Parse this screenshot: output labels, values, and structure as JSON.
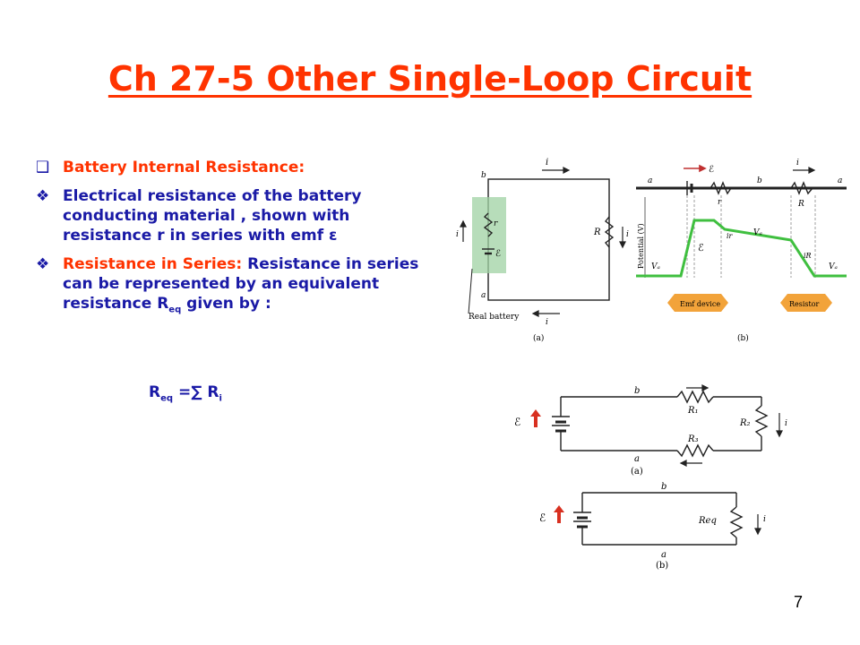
{
  "slide": {
    "title": "Ch 27-5 Other Single-Loop Circuit",
    "page_number": "7",
    "colors": {
      "title": "#ff3300",
      "heading": "#ff3300",
      "body": "#1a1aa6",
      "diagram_green": "#3fbf3f",
      "arrow_orange": "#f2a33a"
    }
  },
  "bullets": [
    {
      "marker": "❑",
      "heading": "Battery Internal Resistance:",
      "text": ""
    },
    {
      "marker": "❖",
      "heading": "",
      "text": "Electrical resistance of the battery conducting material , shown with resistance r in series with emf ε"
    },
    {
      "marker": "❖",
      "heading": "Resistance in Series:",
      "text": " Resistance in series can be represented by an equivalent resistance R"
    }
  ],
  "series_formula": {
    "sub_eq": "eq",
    "tail": " given by :"
  },
  "formula": {
    "lhs": "R",
    "lhs_sub": "eq",
    "op": " =∑ ",
    "rhs": "R",
    "rhs_sub": "i"
  },
  "figure_top": {
    "left_labels": {
      "i_top": "i",
      "b": "b",
      "a": "a",
      "r": "r",
      "emf": "ℰ",
      "R": "R",
      "i_right": "i",
      "i_left": "i",
      "i_bottom": "i",
      "real_battery": "Real battery",
      "caption": "(a)"
    },
    "right_labels": {
      "emf": "ℰ",
      "r": "r",
      "a_left": "a",
      "b": "b",
      "i": "i",
      "R": "R",
      "a_right": "a",
      "axis": "Potential (V)",
      "Va_left": "Vₐ",
      "ir": "ir",
      "Vb": "Vₐ",
      "emf_mid": "ℰ",
      "iR": "iR",
      "Va_right": "Vₐ",
      "emf_device": "Emf device",
      "resistor": "Resistor",
      "caption": "(b)"
    }
  },
  "figure_bottom": {
    "a": {
      "b": "b",
      "R1": "R₁",
      "R2": "R₂",
      "R3": "R₃",
      "a": "a",
      "emf": "ℰ",
      "i": "i",
      "caption": "(a)"
    },
    "b": {
      "b": "b",
      "Req": "Req",
      "a": "a",
      "emf": "ℰ",
      "i": "i",
      "caption": "(b)"
    }
  }
}
